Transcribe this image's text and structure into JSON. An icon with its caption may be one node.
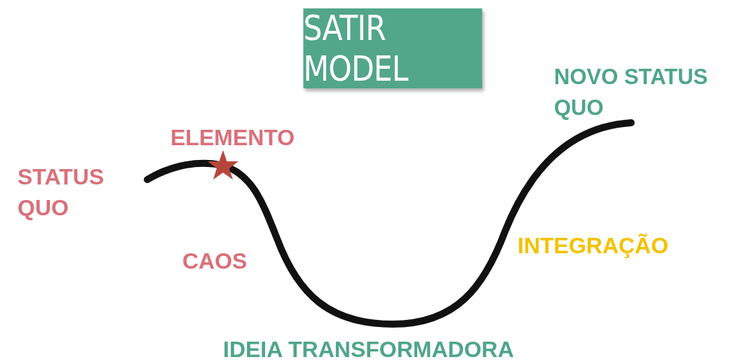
{
  "diagram": {
    "title": "SATIR MODEL",
    "labels": [
      "NOVO STATUS QUO",
      "ELEMENTO",
      "STATUS QUO",
      "INTEGRAÇÃO",
      "CAOS",
      "IDEIA TRANSFORMADORA"
    ]
  }
}
